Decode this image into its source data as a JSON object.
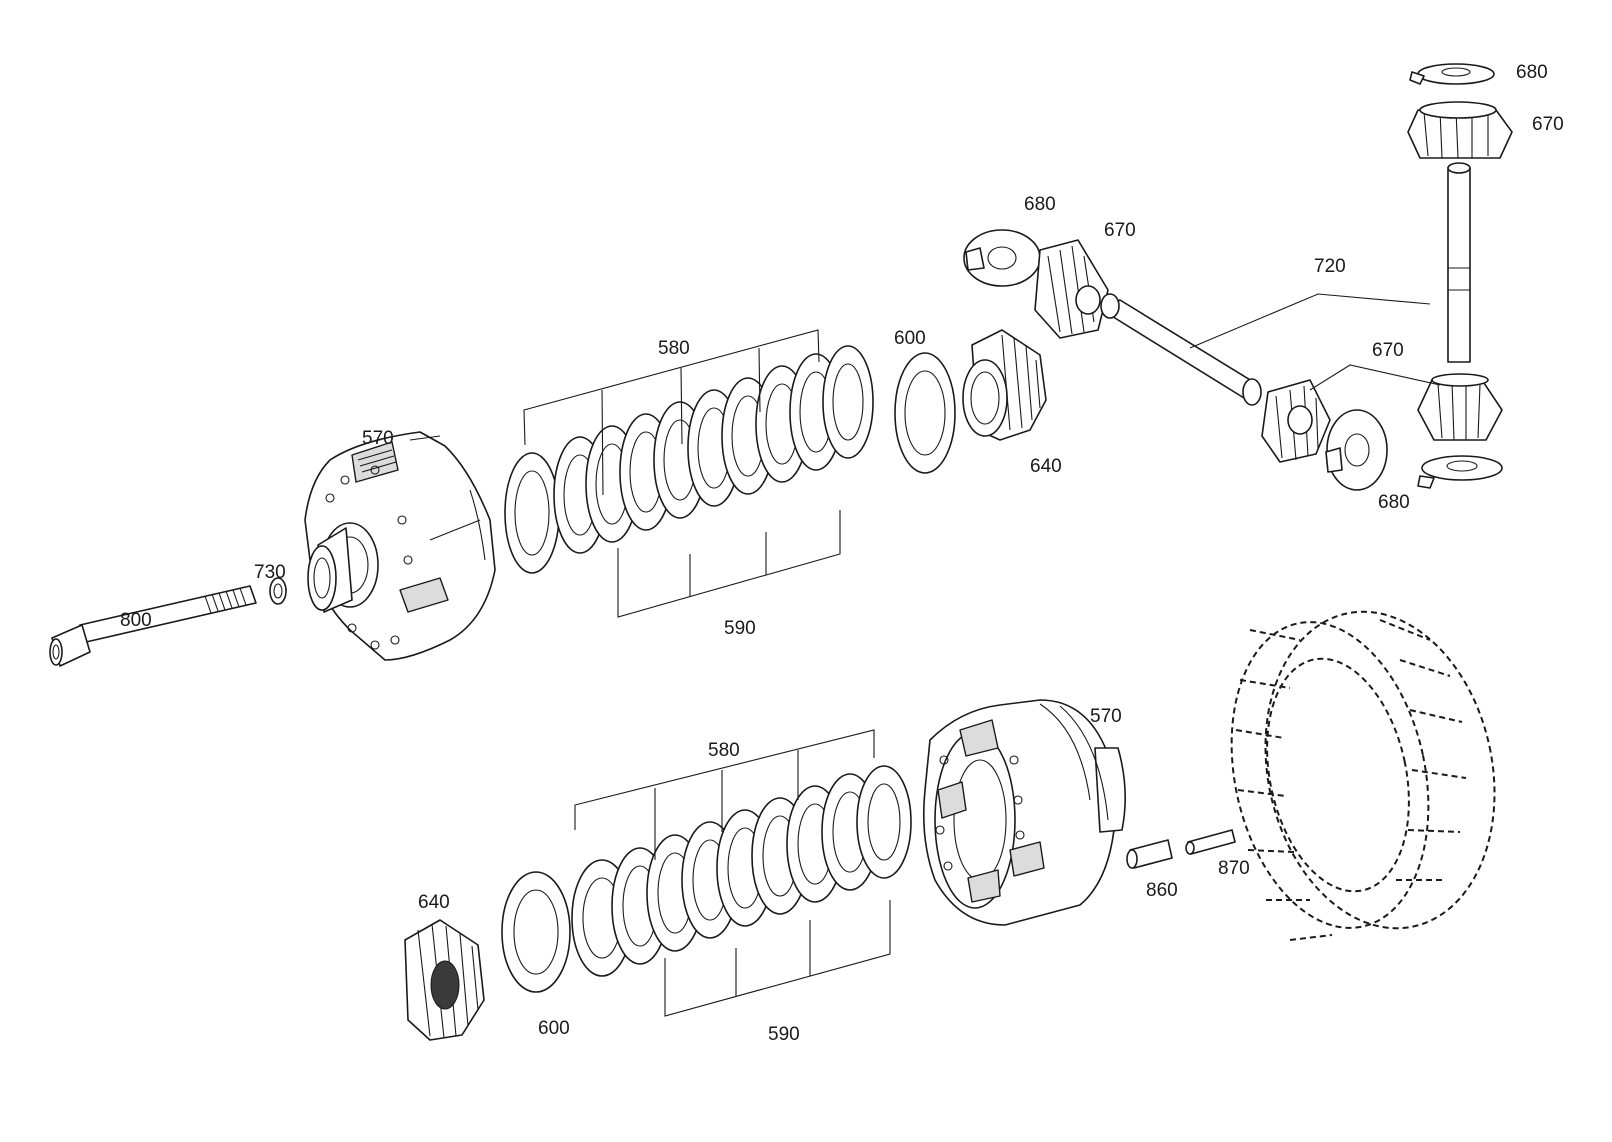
{
  "labels": {
    "l680_top": "680",
    "l670_top": "670",
    "l680_mid": "680",
    "l670_mid": "670",
    "l720": "720",
    "l670_low": "670",
    "l680_low": "680",
    "l580_up": "580",
    "l600_up": "600",
    "l640_up": "640",
    "l570_up": "570",
    "l730": "730",
    "l800": "800",
    "l590_up": "590",
    "l570_low": "570",
    "l580_low": "580",
    "l640_low": "640",
    "l600_low": "600",
    "l590_low": "590",
    "l860": "860",
    "l870": "870"
  }
}
